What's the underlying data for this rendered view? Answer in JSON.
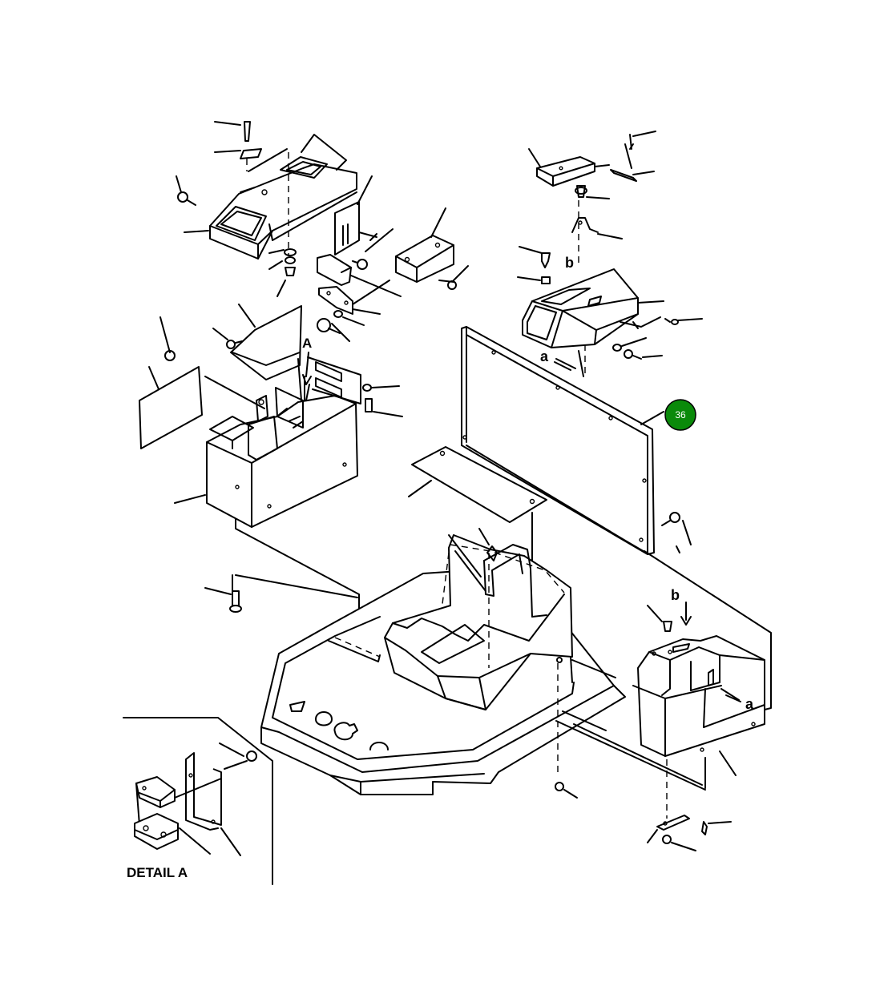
{
  "labels": {
    "detail": "DETAIL A",
    "view_a": "A",
    "ref_a_left": "a",
    "ref_a_right": "a",
    "ref_b_top": "b",
    "ref_b_right": "b"
  },
  "callout": {
    "number": "36",
    "color": "#0a8a0a"
  }
}
